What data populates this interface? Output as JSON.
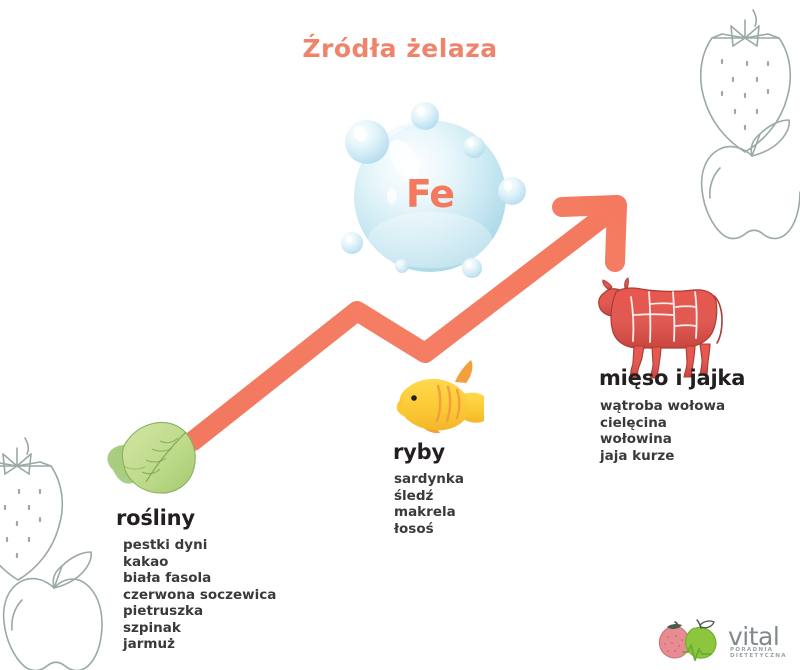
{
  "page": {
    "title": "Źródła żelaza",
    "background_color": "#ffffff",
    "accent_color": "#f4795e",
    "title_color": "#ef836b"
  },
  "molecule": {
    "symbol": "Fe",
    "symbol_color": "#f4795e",
    "bubble_color": "#bfe3ef"
  },
  "groups": [
    {
      "id": "plants",
      "heading": "rośliny",
      "icon": "leafy-greens-icon",
      "items": [
        "pestki dyni",
        "kakao",
        "biała fasola",
        "czerwona soczewica",
        "pietruszka",
        "szpinak",
        "jarmuż"
      ]
    },
    {
      "id": "fish",
      "heading": "ryby",
      "icon": "fish-icon",
      "items": [
        "sardynka",
        "śledź",
        "makrela",
        "łosoś"
      ]
    },
    {
      "id": "meat",
      "heading": "mięso i jajka",
      "icon": "cow-icon",
      "items": [
        "wątroba wołowa",
        "cielęcina",
        "wołowina",
        "jaja kurze"
      ]
    }
  ],
  "decor": [
    {
      "name": "strawberry-outline-top-right"
    },
    {
      "name": "apple-outline-top-right"
    },
    {
      "name": "strawberry-outline-bottom-left"
    },
    {
      "name": "apple-outline-bottom-left"
    }
  ],
  "logo": {
    "word": "vital",
    "tagline": "PORADNIA DIETETYCZNA",
    "word_color": "#808a8c",
    "strawberry_color": "#e88b92",
    "apple_color": "#8cc63f"
  }
}
